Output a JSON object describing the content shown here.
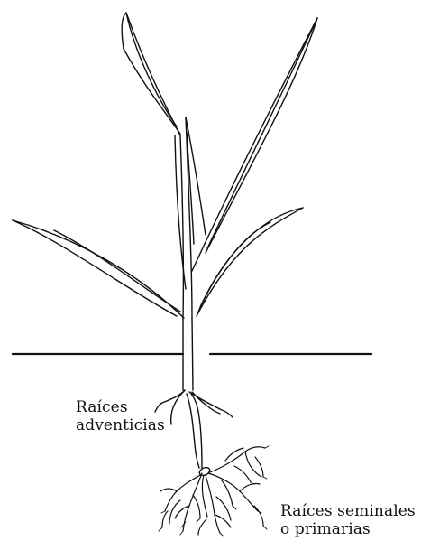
{
  "labels": {
    "adventicias_line1": "Raíces",
    "adventicias_line2": "adventicias",
    "seminales_line1": "Raíces seminales",
    "seminales_line2": "o primarias"
  },
  "colors": {
    "ink": "#111111",
    "paper": "#ffffff"
  }
}
